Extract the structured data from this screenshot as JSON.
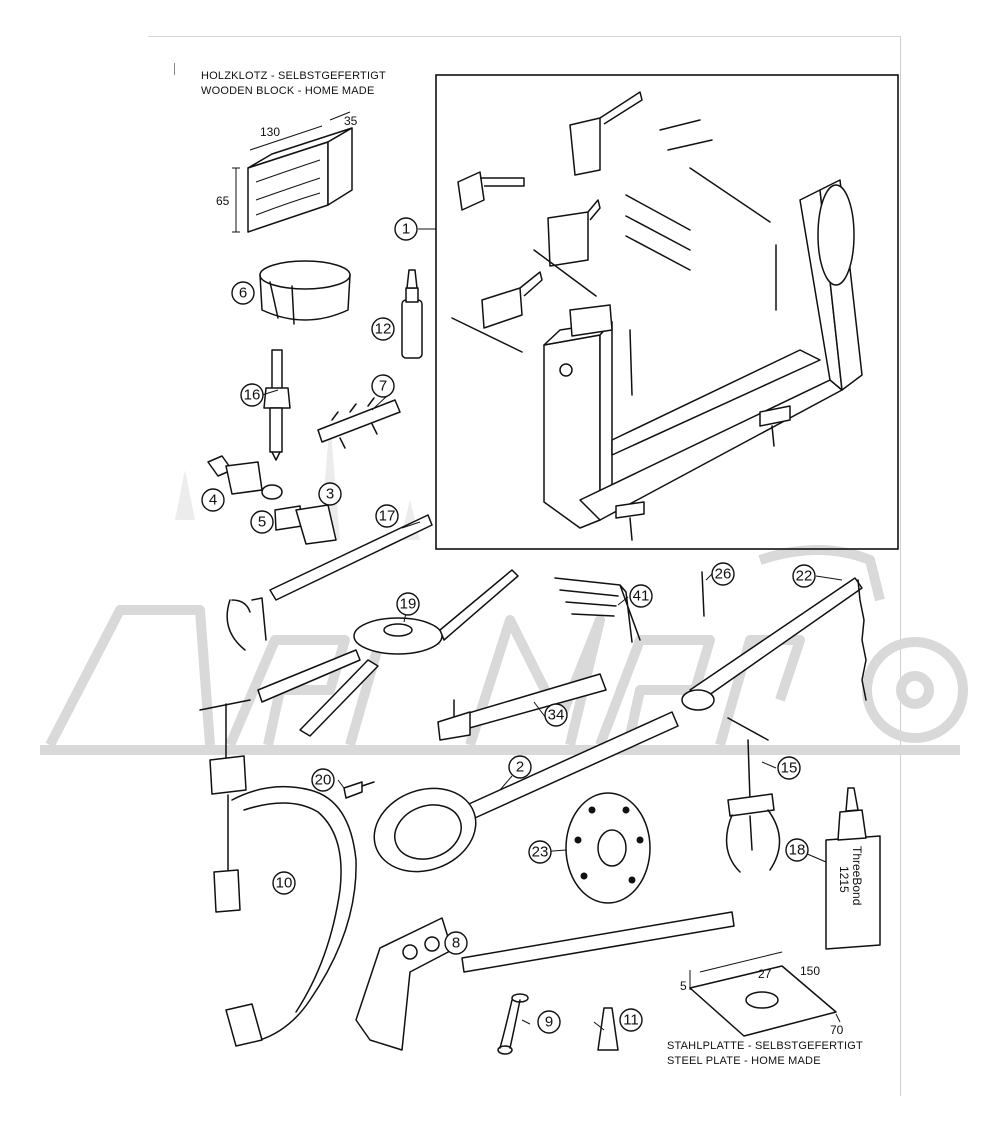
{
  "captions": {
    "wooden_block": [
      "HOLZKLOTZ - SELBSTGEFERTIGT",
      "WOODEN BLOCK - HOME MADE"
    ],
    "steel_plate": [
      "STAHLPLATTE - SELBSTGEFERTIGT",
      "STEEL PLATE - HOME MADE"
    ]
  },
  "dimensions": {
    "wooden_block": {
      "length": "130",
      "depth": "35",
      "height": "65"
    },
    "steel_plate": {
      "thickness": "5",
      "hole": "27",
      "length": "150",
      "width": "70"
    }
  },
  "callouts": [
    "1",
    "6",
    "12",
    "16",
    "7",
    "4",
    "5",
    "3",
    "17",
    "19",
    "41",
    "26",
    "22",
    "34",
    "2",
    "15",
    "20",
    "23",
    "18",
    "10",
    "8",
    "9",
    "11"
  ],
  "product_labels": {
    "tube_brand": "ThreeBond",
    "tube_code": "1215"
  },
  "colors": {
    "line": "#111111",
    "watermark": "#d9d9d9",
    "background": "#ffffff"
  }
}
